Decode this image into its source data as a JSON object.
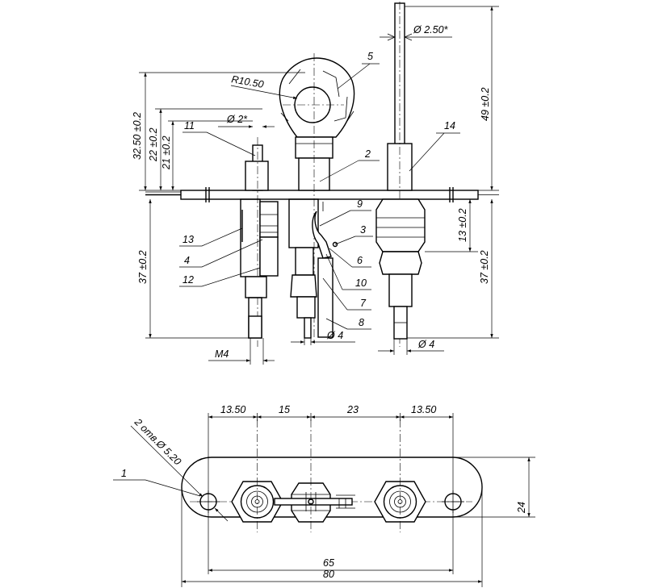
{
  "top_view": {
    "part_labels": {
      "p1": "1",
      "p2": "2",
      "p3": "3",
      "p4": "4",
      "p5": "5",
      "p6": "6",
      "p7": "7",
      "p8": "8",
      "p9": "9",
      "p10": "10",
      "p11": "11",
      "p12": "12",
      "p13": "13",
      "p14": "14"
    },
    "dims": {
      "d_phi250": "Ø 2.50*",
      "d_r1050": "R10.50",
      "d_3250": "32.50 ±0.2",
      "d_22": "22 ±0.2",
      "d_21": "21 ±0.2",
      "d_phi2": "Ø 2*",
      "d_49": "49 ±0.2",
      "d_13": "13 ±0.2",
      "d_37_left": "37 ±0.2",
      "d_37_right": "37 ±0.2",
      "d_m4": "M4",
      "d_phi4_mid": "Ø 4",
      "d_phi4_right": "Ø 4"
    }
  },
  "bottom_view": {
    "dims": {
      "d_1350_a": "13.50",
      "d_15": "15",
      "d_23": "23",
      "d_1350_b": "13.50",
      "d_65": "65",
      "d_80": "80",
      "d_24": "24",
      "d_holes": "2 отв.Ø 5.20"
    }
  }
}
